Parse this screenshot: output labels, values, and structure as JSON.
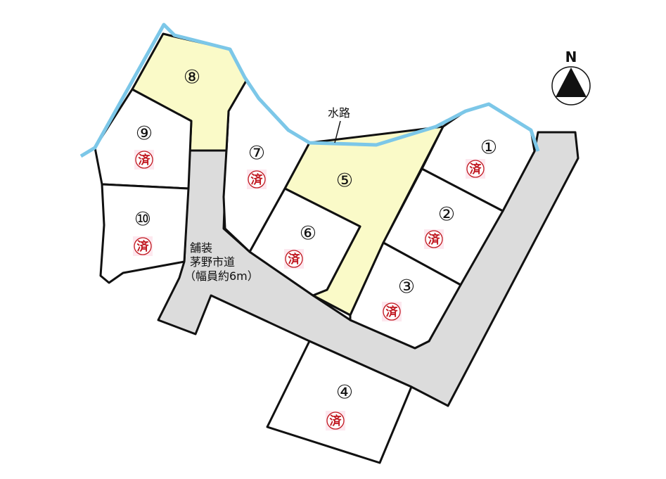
{
  "compass": {
    "label": "N",
    "icon": "north-arrow-icon"
  },
  "waterway": {
    "label": "水路",
    "color": "#7cc7e8"
  },
  "road": {
    "lines": [
      "舗装",
      "茅野市道",
      "（幅員約6m）"
    ],
    "color": "#dcdcdc"
  },
  "colors": {
    "available": "#fafac8",
    "sold_lot": "#ffffff",
    "sold_mark": "#c0161e",
    "sold_mark_bg": "#fde8ef"
  },
  "lots": [
    {
      "id": 1,
      "label": "①",
      "sold": true,
      "sold_label": "済"
    },
    {
      "id": 2,
      "label": "②",
      "sold": true,
      "sold_label": "済"
    },
    {
      "id": 3,
      "label": "③",
      "sold": true,
      "sold_label": "済"
    },
    {
      "id": 4,
      "label": "④",
      "sold": true,
      "sold_label": "済"
    },
    {
      "id": 5,
      "label": "⑤",
      "sold": false
    },
    {
      "id": 6,
      "label": "⑥",
      "sold": true,
      "sold_label": "済"
    },
    {
      "id": 7,
      "label": "⑦",
      "sold": true,
      "sold_label": "済"
    },
    {
      "id": 8,
      "label": "⑧",
      "sold": false
    },
    {
      "id": 9,
      "label": "⑨",
      "sold": true,
      "sold_label": "済"
    },
    {
      "id": 10,
      "label": "⑩",
      "sold": true,
      "sold_label": "済"
    }
  ]
}
